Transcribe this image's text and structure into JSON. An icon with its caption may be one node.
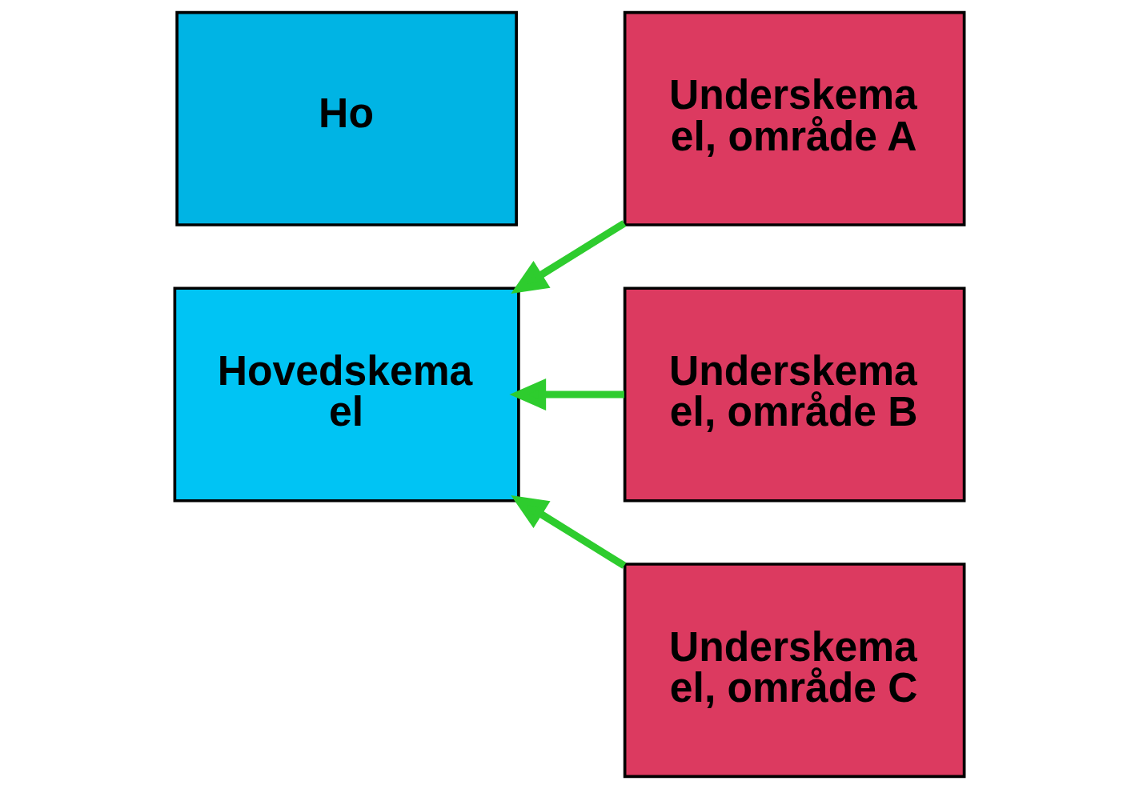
{
  "diagram": {
    "nodes": [
      {
        "text": [
          "Ho"
        ]
      },
      {
        "text": [
          "Hovedskema el"
        ]
      },
      {
        "text": [
          "Underskema el, område A"
        ]
      },
      {
        "text": [
          "Underskema el, område B"
        ]
      },
      {
        "text": [
          "Underskema el, område C"
        ]
      }
    ],
    "edges": [
      {
        "from": 2,
        "to": 1,
        "arrow": "to"
      },
      {
        "from": 3,
        "to": 1,
        "arrow": "to"
      },
      {
        "from": 4,
        "to": 1,
        "arrow": "to"
      }
    ]
  }
}
